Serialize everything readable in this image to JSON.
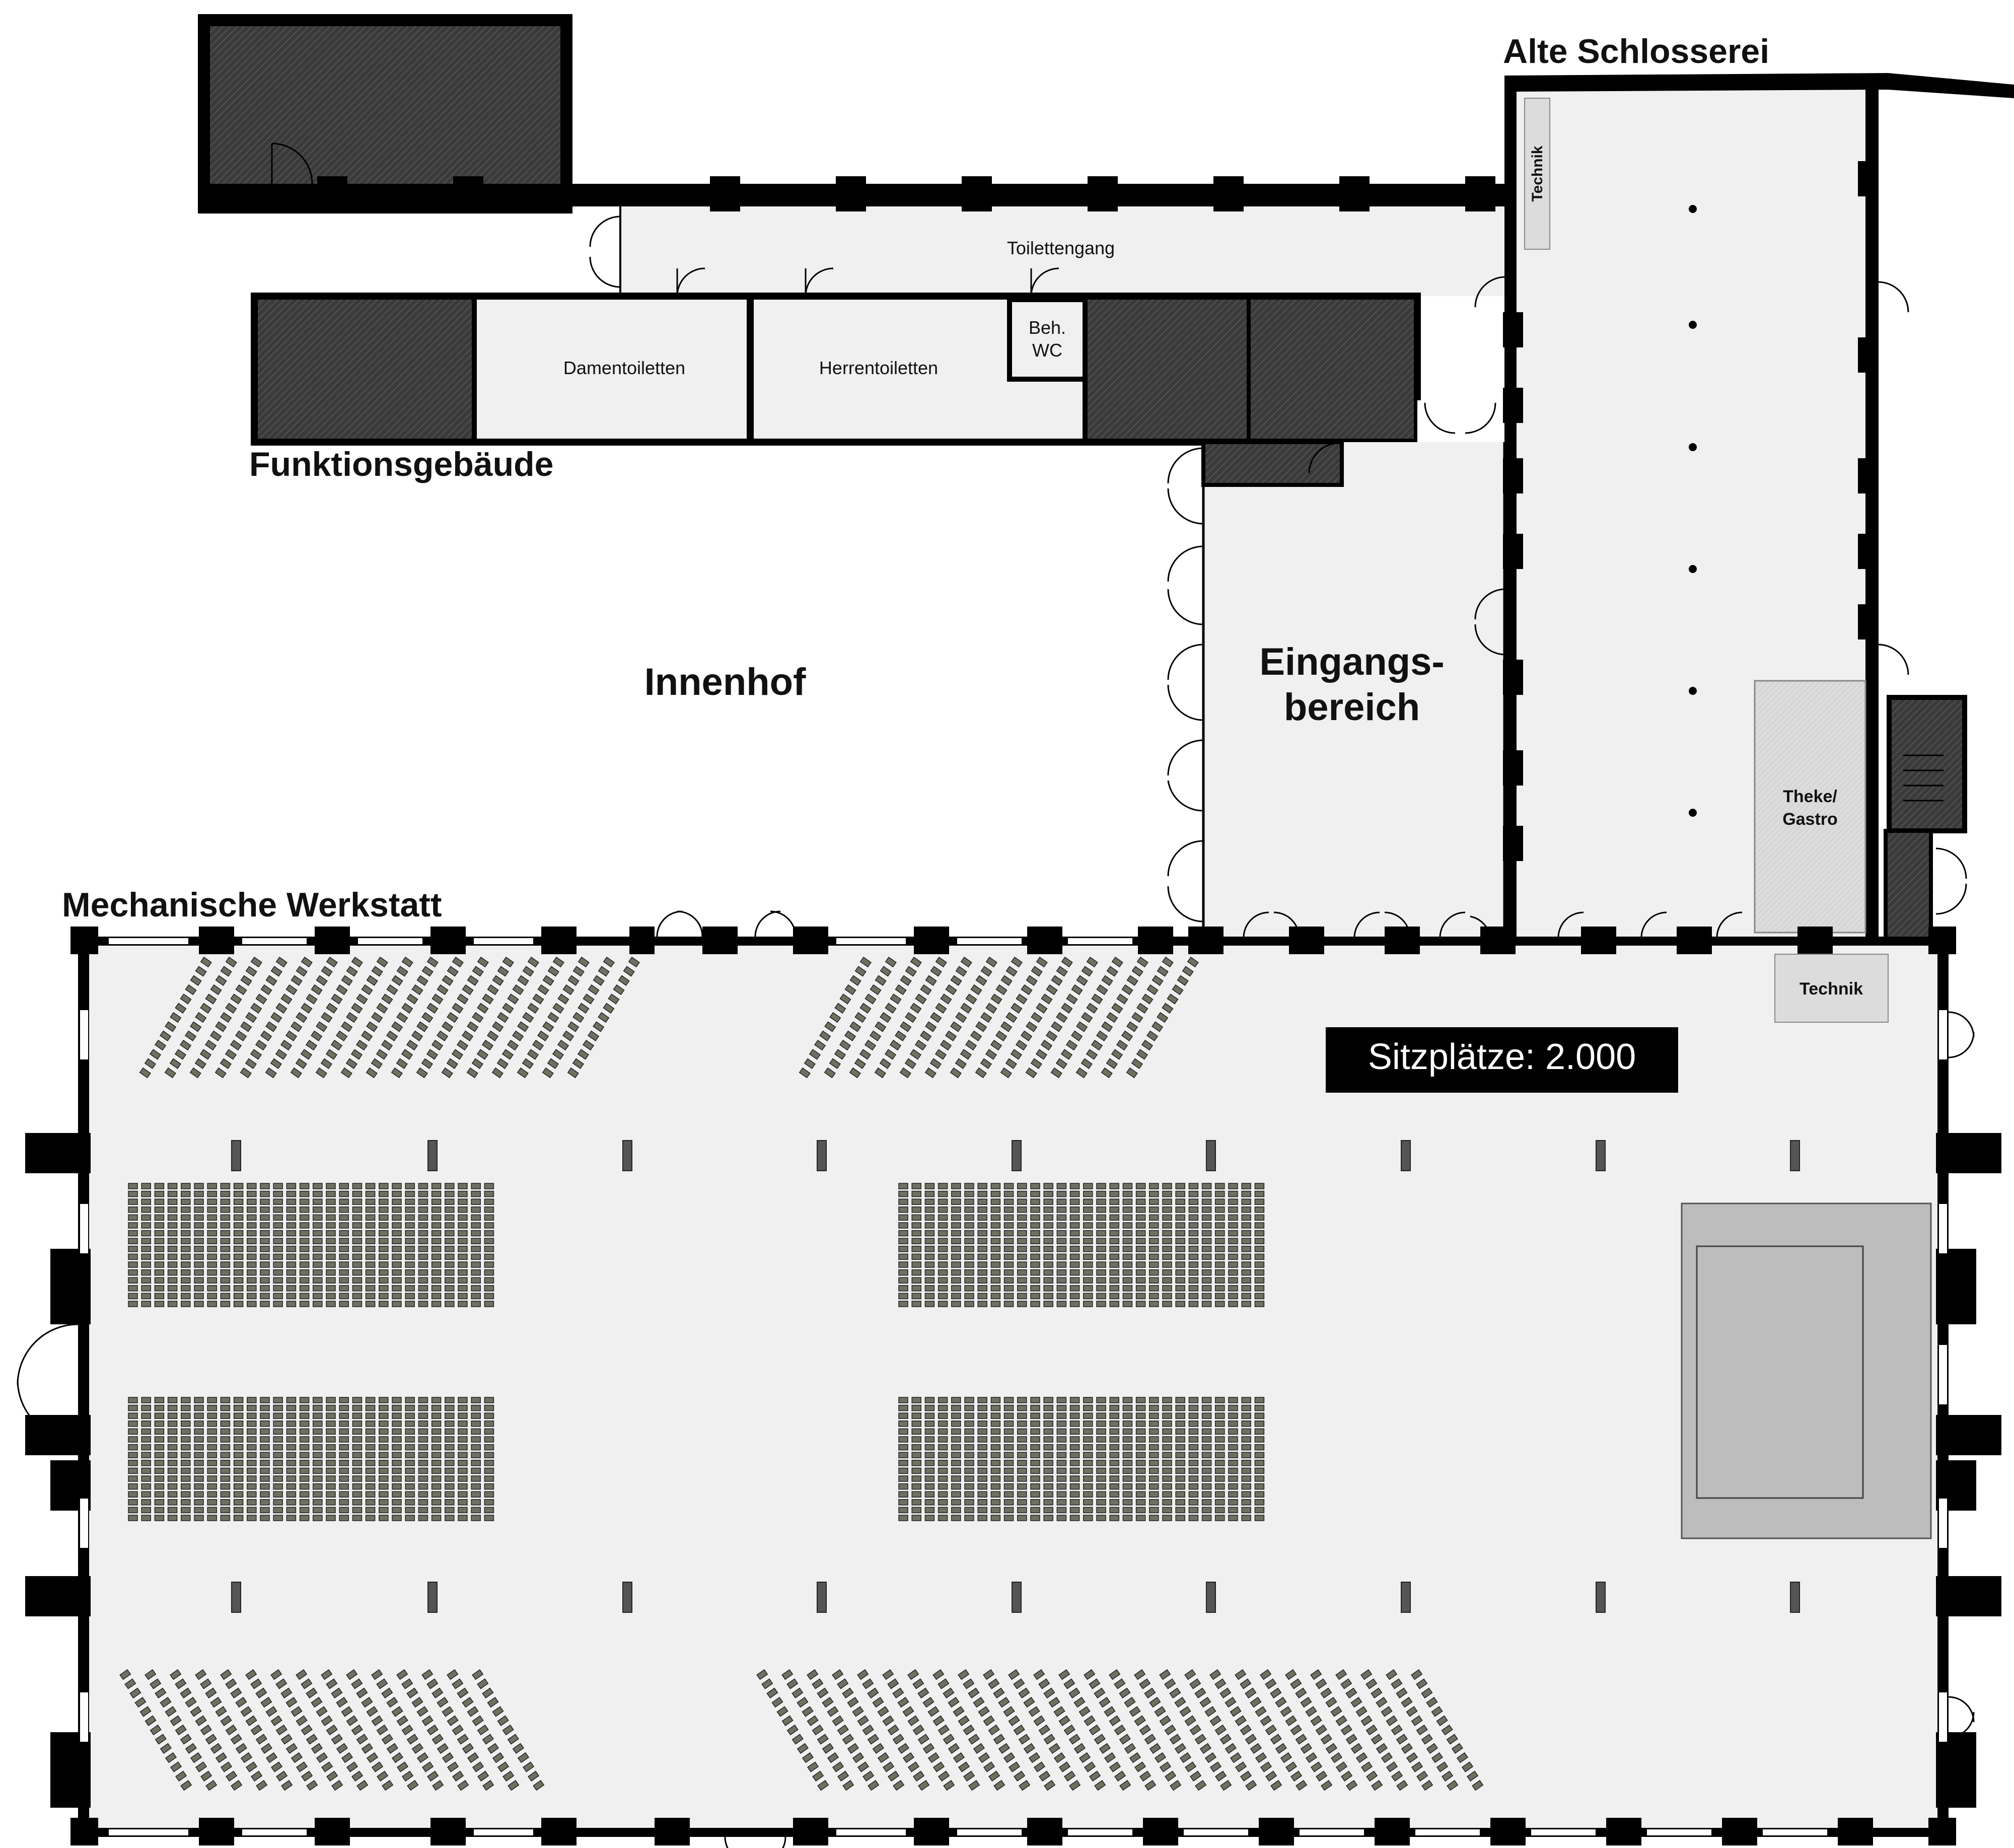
{
  "buildings": {
    "alte_schlosserei": "Alte Schlosserei",
    "funktionsgebaeude": "Funktionsgebäude",
    "mechanische_werkstatt": "Mechanische Werkstatt"
  },
  "areas": {
    "innenhof": "Innenhof",
    "eingang_line1": "Eingangs-",
    "eingang_line2": "bereich"
  },
  "rooms": {
    "toilettengang": "Toilettengang",
    "damentoiletten": "Damentoiletten",
    "herrentoiletten": "Herrentoiletten",
    "beh_wc_line1": "Beh.",
    "beh_wc_line2": "WC",
    "technik_top": "Technik",
    "theke_line1": "Theke/",
    "theke_line2": "Gastro",
    "technik_bottom": "Technik"
  },
  "seating": {
    "label": "Sitzplätze: 2.000"
  },
  "colors": {
    "wall": "#000000",
    "floor": "#f0f0f0",
    "hatched": "#3a3a3a",
    "seat": "#6f6f62",
    "stage": "#bdbdbd",
    "badge": "#000000"
  }
}
